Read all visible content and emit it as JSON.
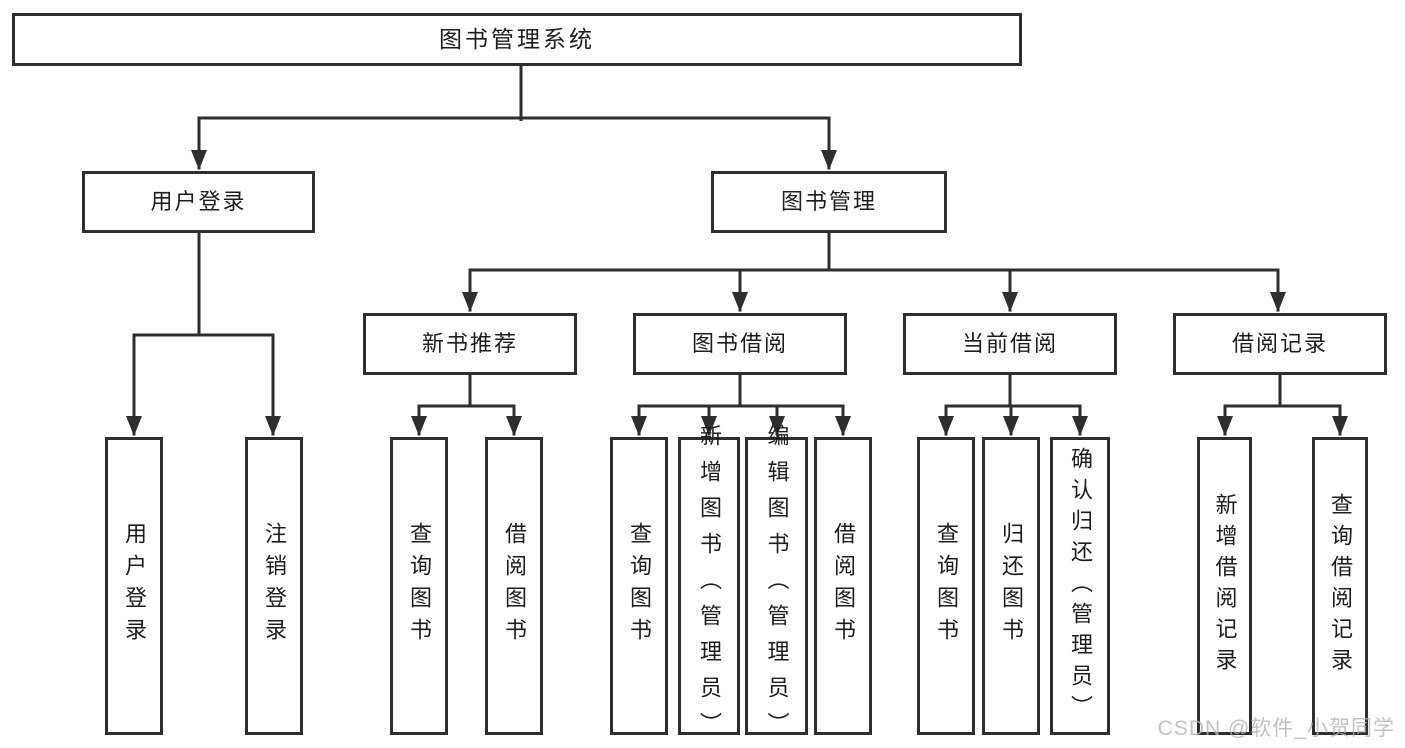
{
  "colors": {
    "line-color": "#2e2e2e",
    "text-color": "#1d1d1d",
    "watermark-color": "#b4b4b4",
    "canvas-bg": "#ffffff"
  },
  "watermark": {
    "text": "CSDN @软件_小贺同学"
  },
  "tree": {
    "root": {
      "label": "图书管理系统",
      "children": [
        {
          "label": "用户登录",
          "children": [
            {
              "label": "用户登录"
            },
            {
              "label": "注销登录"
            }
          ]
        },
        {
          "label": "图书管理",
          "children": [
            {
              "label": "新书推荐",
              "children": [
                {
                  "label": "查询图书"
                },
                {
                  "label": "借阅图书"
                }
              ]
            },
            {
              "label": "图书借阅",
              "children": [
                {
                  "label": "查询图书"
                },
                {
                  "label": "新增图书（管理员）"
                },
                {
                  "label": "编辑图书（管理员）"
                },
                {
                  "label": "借阅图书"
                }
              ]
            },
            {
              "label": "当前借阅",
              "children": [
                {
                  "label": "查询图书"
                },
                {
                  "label": "归还图书"
                },
                {
                  "label": "确认归还（管理员）"
                }
              ]
            },
            {
              "label": "借阅记录",
              "children": [
                {
                  "label": "新增借阅记录"
                },
                {
                  "label": "查询借阅记录"
                }
              ]
            }
          ]
        }
      ]
    }
  }
}
